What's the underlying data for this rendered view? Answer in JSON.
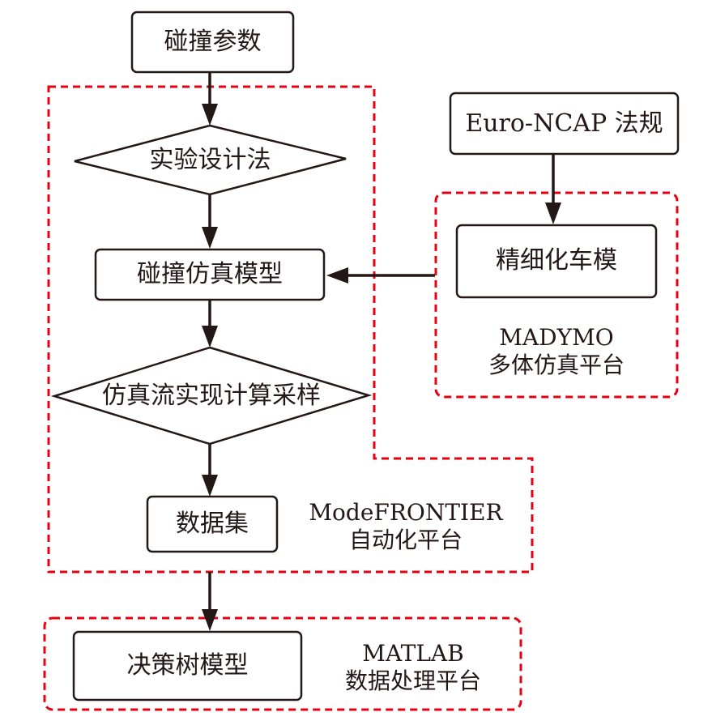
{
  "colors": {
    "stroke": "#231815",
    "group_border": "#e60012",
    "background": "#ffffff"
  },
  "nodes": {
    "collision_params": {
      "label": "碰撞参数",
      "shape": "rounded-rect"
    },
    "doe": {
      "label": "实验设计法",
      "shape": "diamond"
    },
    "crash_model": {
      "label": "碰撞仿真模型",
      "shape": "rounded-rect"
    },
    "sampling": {
      "label": "仿真流实现计算采样",
      "shape": "diamond"
    },
    "dataset": {
      "label": "数据集",
      "shape": "rounded-rect"
    },
    "euro_ncap": {
      "label": "Euro-NCAP 法规",
      "shape": "rounded-rect"
    },
    "fine_car_model": {
      "label": "精细化车模",
      "shape": "rounded-rect"
    },
    "decision_tree": {
      "label": "决策树模型",
      "shape": "rounded-rect"
    }
  },
  "groups": {
    "modefrontier": {
      "line1": "ModeFRONTIER",
      "line2": "自动化平台"
    },
    "madymo": {
      "line1": "MADYMO",
      "line2": "多体仿真平台"
    },
    "matlab": {
      "line1": "MATLAB",
      "line2": "数据处理平台"
    }
  },
  "edges": [
    {
      "from": "collision_params",
      "to": "doe"
    },
    {
      "from": "doe",
      "to": "crash_model"
    },
    {
      "from": "fine_car_model",
      "to": "crash_model"
    },
    {
      "from": "crash_model",
      "to": "sampling"
    },
    {
      "from": "sampling",
      "to": "dataset"
    },
    {
      "from": "euro_ncap",
      "to": "fine_car_model"
    },
    {
      "from": "dataset",
      "to": "decision_tree"
    }
  ]
}
